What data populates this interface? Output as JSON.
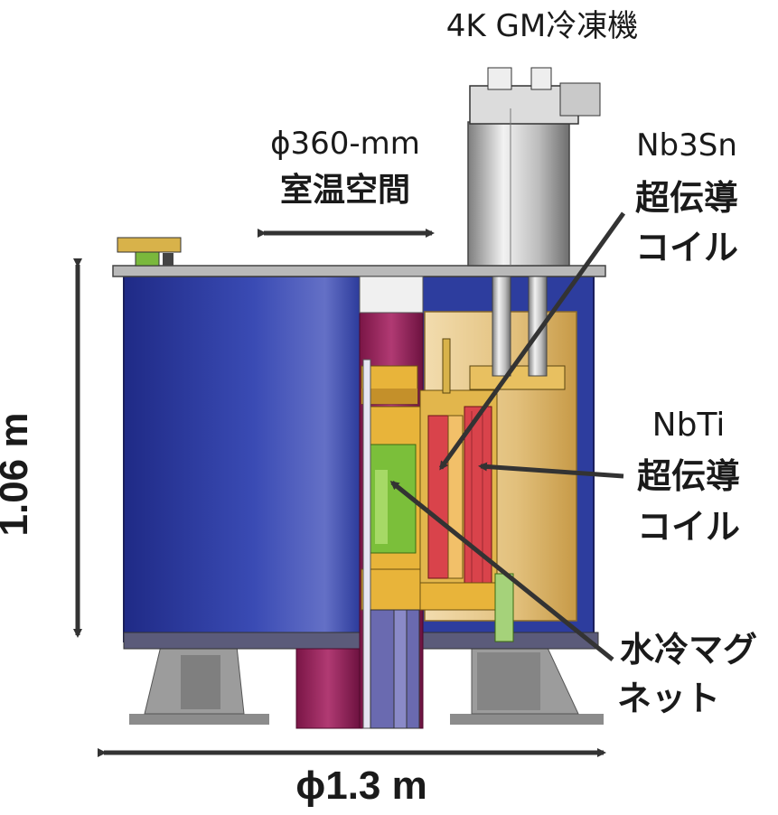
{
  "labels": {
    "cryocooler": "4K GM冷凍機",
    "bore_diameter": "ϕ360-mm",
    "bore_space": "室温空間",
    "nb3sn_line1": "Nb3Sn",
    "nb3sn_line2": "超伝導",
    "nb3sn_line3": "コイル",
    "nbti_line1": "NbTi",
    "nbti_line2": "超伝導",
    "nbti_line3": "コイル",
    "water_line1": "水冷マグ",
    "water_line2": "ネット",
    "height": "1.06 m",
    "diameter": "ϕ1.3 m"
  },
  "colors": {
    "vessel_blue": "#2b3a9a",
    "inner_blue": "#3343a8",
    "tan": "#dcc07a",
    "coil_red": "#d9434b",
    "gold": "#e8b43a",
    "green": "#7bbf3a",
    "magenta": "#9a1f5a",
    "grey": "#9a9a9a",
    "arrow": "#333333"
  }
}
